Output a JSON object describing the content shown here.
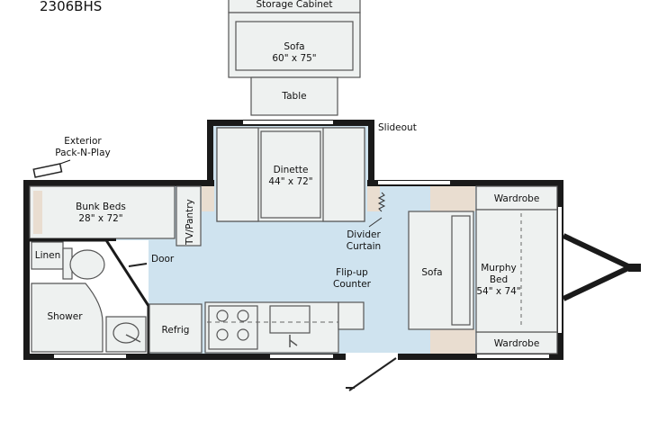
{
  "model": "2306BHS",
  "labels": {
    "storage_cabinet": "Storage Cabinet",
    "sofa_top": "Sofa",
    "sofa_top_dims": "60\" x 75\"",
    "table": "Table",
    "slideout": "Slideout",
    "exterior_line1": "Exterior",
    "exterior_line2": "Pack-N-Play",
    "dinette": "Dinette",
    "dinette_dims": "44\" x 72\"",
    "bunk_beds": "Bunk Beds",
    "bunk_dims": "28\" x 72\"",
    "tv_pantry": "TV/Pantry",
    "divider_line1": "Divider",
    "divider_line2": "Curtain",
    "wardrobe_top": "Wardrobe",
    "wardrobe_bottom": "Wardrobe",
    "linen": "Linen",
    "door": "Door",
    "flipup_line1": "Flip-up",
    "flipup_line2": "Counter",
    "sofa_main": "Sofa",
    "murphy_line1": "Murphy",
    "murphy_line2": "Bed",
    "murphy_dims": "54\" x 74\"",
    "shower": "Shower",
    "refrig": "Refrig"
  },
  "colors": {
    "floor": "#cfe3ef",
    "wall": "#1a1a1a",
    "furniture": "#eef1f0",
    "accent_tan": "#e9ddd0"
  }
}
